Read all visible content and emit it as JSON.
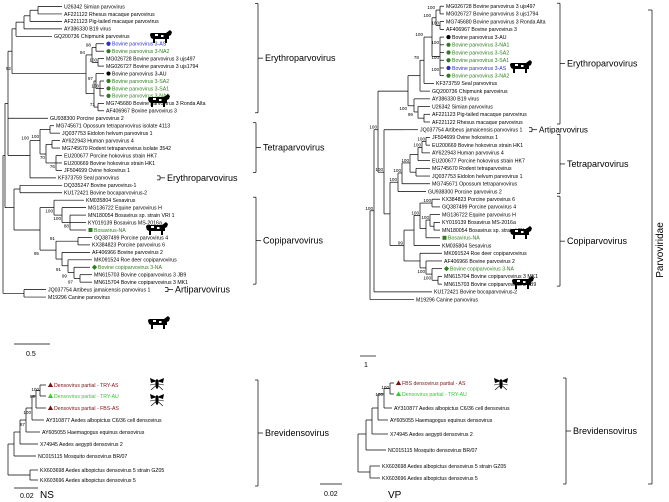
{
  "colors": {
    "black": "#000000",
    "green": "#2e7d1f",
    "lightgreen": "#33cc33",
    "blue": "#2c2ccf",
    "darkred": "#7a1010"
  },
  "family_label": "Parvoviridae",
  "panels": {
    "ns": {
      "label": "NS",
      "scale_top": "0.5",
      "scale_bottom": "0.02",
      "groups": [
        "Erythroparvovirus",
        "Tetraparvovirus",
        "Erythroparvovirus",
        "Copiparvovirus",
        "Artiparvovirus",
        "Brevidensovirus"
      ],
      "tips_top": [
        {
          "t": "U26342 Simian parvovirus"
        },
        {
          "t": "AF221122 Rhesus macaque parvovirus"
        },
        {
          "t": "AF221123 Pig-tailed macaque parvovirus"
        },
        {
          "t": "AY386330 B19 virus"
        },
        {
          "t": "GQ200736 Chipmunk parvovirus"
        },
        {
          "t": "Bovine parvovirus 3-AS",
          "c": "blue",
          "m": "dot"
        },
        {
          "t": "Bovine parvovirus 3-NA2",
          "c": "green",
          "m": "dot"
        },
        {
          "t": "MG026728 Bovine parvovirus 3 ujs497"
        },
        {
          "t": "MG026727 Bovine parvovirus 3 ujs1794"
        },
        {
          "t": "Bovine parvovirus 3-AU",
          "c": "black",
          "m": "dot"
        },
        {
          "t": "Bovine parvovirus 3-SA2",
          "c": "green",
          "m": "dot"
        },
        {
          "t": "Bovine parvovirus 3-SA1",
          "c": "green",
          "m": "dot"
        },
        {
          "t": "Bovine parvovirus 3-NA1",
          "c": "green",
          "m": "dot"
        },
        {
          "t": "MG745680 Bovine parvovirus 3 Ronda Alta"
        },
        {
          "t": "AF406967 Bovine parvovirus 3"
        },
        {
          "t": "GU938300 Porcine parvovirus 2"
        },
        {
          "t": "MG745671 Opossum tetraparvovirus isolate 4113"
        },
        {
          "t": "JQ037753 Eidolon helvum parvovirus 1"
        },
        {
          "t": "AY622943 Human parvovirus 4"
        },
        {
          "t": "MG745670 Rodent tetraparvovirus isolate 3542"
        },
        {
          "t": "EU200677 Porcine hokovirus strain HK7"
        },
        {
          "t": "EU200669 Bovine hokovirus strain HK1"
        },
        {
          "t": "JF504699 Ovine hokovirus 1"
        },
        {
          "t": "KF373759 Seal parvovirus"
        },
        {
          "t": "DQ335247 Bovine parvovirus-1"
        },
        {
          "t": "KU172421 Bovine bocaparvovirus-2"
        },
        {
          "t": "KM035804 Sesavirus"
        },
        {
          "t": "MG136722 Equine parvovirus H"
        },
        {
          "t": "MN180054 Bosavirus sp. strain VRI 1"
        },
        {
          "t": "KY019139 Bosavirus MS-2016a"
        },
        {
          "t": "Bosavirus-NA",
          "c": "green",
          "m": "square"
        },
        {
          "t": "GQ387499 Porcine parvovirus 4"
        },
        {
          "t": "KX384823 Porcine parvovirus 6"
        },
        {
          "t": "AF406966 Bovine parvovirus 2"
        },
        {
          "t": "MK091524 Roe deer copiparvovirus"
        },
        {
          "t": "Bovine copiparvovirus 3-NA",
          "c": "green",
          "m": "diamond"
        },
        {
          "t": "MN615703 Bovine copiparvovirus 3 JB9"
        },
        {
          "t": "MN615704 Bovine copiparvovirus 3 MK1"
        },
        {
          "t": "JQ037754 Artibeus jamaicensis parvovirus 1"
        },
        {
          "t": "M19296 Canine parvovirus"
        }
      ],
      "tips_bottom": [
        {
          "t": "Densovirus partial - TRY-AS",
          "c": "darkred",
          "m": "triangle"
        },
        {
          "t": "Densovirus partial - TRY-AU",
          "c": "lightgreen",
          "m": "triangle"
        },
        {
          "t": "Densovirus partial - FBS-AS",
          "c": "darkred",
          "m": "triangle"
        },
        {
          "t": "AY310877 Aedes albopictus C6/36 cell densovirus"
        },
        {
          "t": "AY605055 Haemagogus equinus densovirus"
        },
        {
          "t": "X74945 Aedes aegypti densovirus 2"
        },
        {
          "t": "NC015115 Mosquito densovirus BR/07"
        },
        {
          "t": "KX603698 Aedes albopictus densovirus 5 strain GZ05"
        },
        {
          "t": "KX603696 Aedes albopictus densovirus 5"
        }
      ],
      "supports": [
        "94",
        "100",
        "98",
        "97",
        "100",
        "71",
        "92",
        "100",
        "76",
        "70",
        "100",
        "100",
        "100",
        "95",
        "88",
        "91",
        "97",
        "91",
        "99",
        "100",
        "99",
        "100",
        "87"
      ]
    },
    "vp": {
      "label": "VP",
      "scale_top": "1",
      "scale_bottom": "0.02",
      "groups": [
        "Erythroparvovirus",
        "Artiparvovirus",
        "Tetraparvovirus",
        "Copiparvovirus",
        "Brevidensovirus"
      ],
      "tips_top": [
        {
          "t": "MG026728 Bovine parvovirus 3 ujs497"
        },
        {
          "t": "MG026727 Bovine parvovirus 3 ujs1794"
        },
        {
          "t": "MG745680 Bovine parvovirus 3 Ronda Alta"
        },
        {
          "t": "AF406967 Bovine parvovirus 3"
        },
        {
          "t": "Bovine parvovirus 3-AU",
          "c": "black",
          "m": "dot"
        },
        {
          "t": "Bovine parvovirus 3-NA1",
          "c": "green",
          "m": "dot"
        },
        {
          "t": "Bovine parvovirus 3-SA2",
          "c": "green",
          "m": "dot"
        },
        {
          "t": "Bovine parvovirus 3-SA1",
          "c": "green",
          "m": "dot"
        },
        {
          "t": "Bovine parvovirus 3-AS",
          "c": "blue",
          "m": "dot"
        },
        {
          "t": "Bovine parvovirus 3-NA2",
          "c": "green",
          "m": "dot"
        },
        {
          "t": "KF373759 Seal parvovirus"
        },
        {
          "t": "GQ200736 Chipmunk parvovirus"
        },
        {
          "t": "AY386330 B19 virus"
        },
        {
          "t": "U26342 Simian parvovirus"
        },
        {
          "t": "AF221123 Pig-tailed macaque parvovirus"
        },
        {
          "t": "AF221122 Rhesus macaque parvovirus"
        },
        {
          "t": "JQ037754 Artibeus jamaicensis parvovirus 1"
        },
        {
          "t": "JF504699 Ovine hokovirus 1"
        },
        {
          "t": "EU200669 Bovine hokovirus strain HK1"
        },
        {
          "t": "AY622943 Human parvovirus 4"
        },
        {
          "t": "EU200677 Porcine hokovirus strain HK7"
        },
        {
          "t": "MG745670 Rodent tetraparvovirus"
        },
        {
          "t": "JQ037753 Eidolon helvum parvovirus 1"
        },
        {
          "t": "MG745671 Opossum tetraparvovirus"
        },
        {
          "t": "GU938300 Porcine parvovirus 2"
        },
        {
          "t": "KX384823 Porcine parvovirus 6"
        },
        {
          "t": "GQ387499 Porcine parvovirus 4"
        },
        {
          "t": "MG136722 Equine parvovirus H"
        },
        {
          "t": "KY019139 Bosavirus MS-2016a"
        },
        {
          "t": "MN180054 Bosavirus sp. strain VRI 1"
        },
        {
          "t": "Bosavirus-NA",
          "c": "green",
          "m": "square"
        },
        {
          "t": "KM035804 Sesavirus"
        },
        {
          "t": "MK091524 Roe deer copiparvovirus"
        },
        {
          "t": "AF406966 Bovine parvovirus 2"
        },
        {
          "t": "Bovine copiparvovirus 3-NA",
          "c": "green",
          "m": "diamond"
        },
        {
          "t": "MN615704 Bovine copiparvovirus 3 MK1"
        },
        {
          "t": "MN615703 Bovine copiparvovirus 3 JB9"
        },
        {
          "t": "KU172421 Bovine bocaparvovirus-2"
        },
        {
          "t": "M19296 Canine parvovirus"
        }
      ],
      "tips_bottom": [
        {
          "t": "FBS densovirus partial - AS",
          "c": "darkred",
          "m": "triangle"
        },
        {
          "t": "Densovirus partial - TRY-AU",
          "c": "lightgreen",
          "m": "triangle"
        },
        {
          "t": "AY310877 Aedes albopictus C6/36 cell densovirus"
        },
        {
          "t": "AY605055 Haemagogus equinus densovirus"
        },
        {
          "t": "X74945 Aedes aegypti densovirus 2"
        },
        {
          "t": "NC015115 Mosquito densovirus BR/07"
        },
        {
          "t": "KX603698 Aedes albopictus densovirus 5 strain GZ05"
        },
        {
          "t": "KX603696 Aedes albopictus densovirus 5"
        }
      ],
      "supports": [
        "100",
        "100",
        "100",
        "100",
        "100",
        "100",
        "100",
        "78",
        "99",
        "100",
        "100",
        "100",
        "100",
        "100",
        "100",
        "100",
        "100",
        "100",
        "99",
        "100",
        "100",
        "100",
        "100",
        "100",
        "100",
        "100"
      ]
    }
  }
}
